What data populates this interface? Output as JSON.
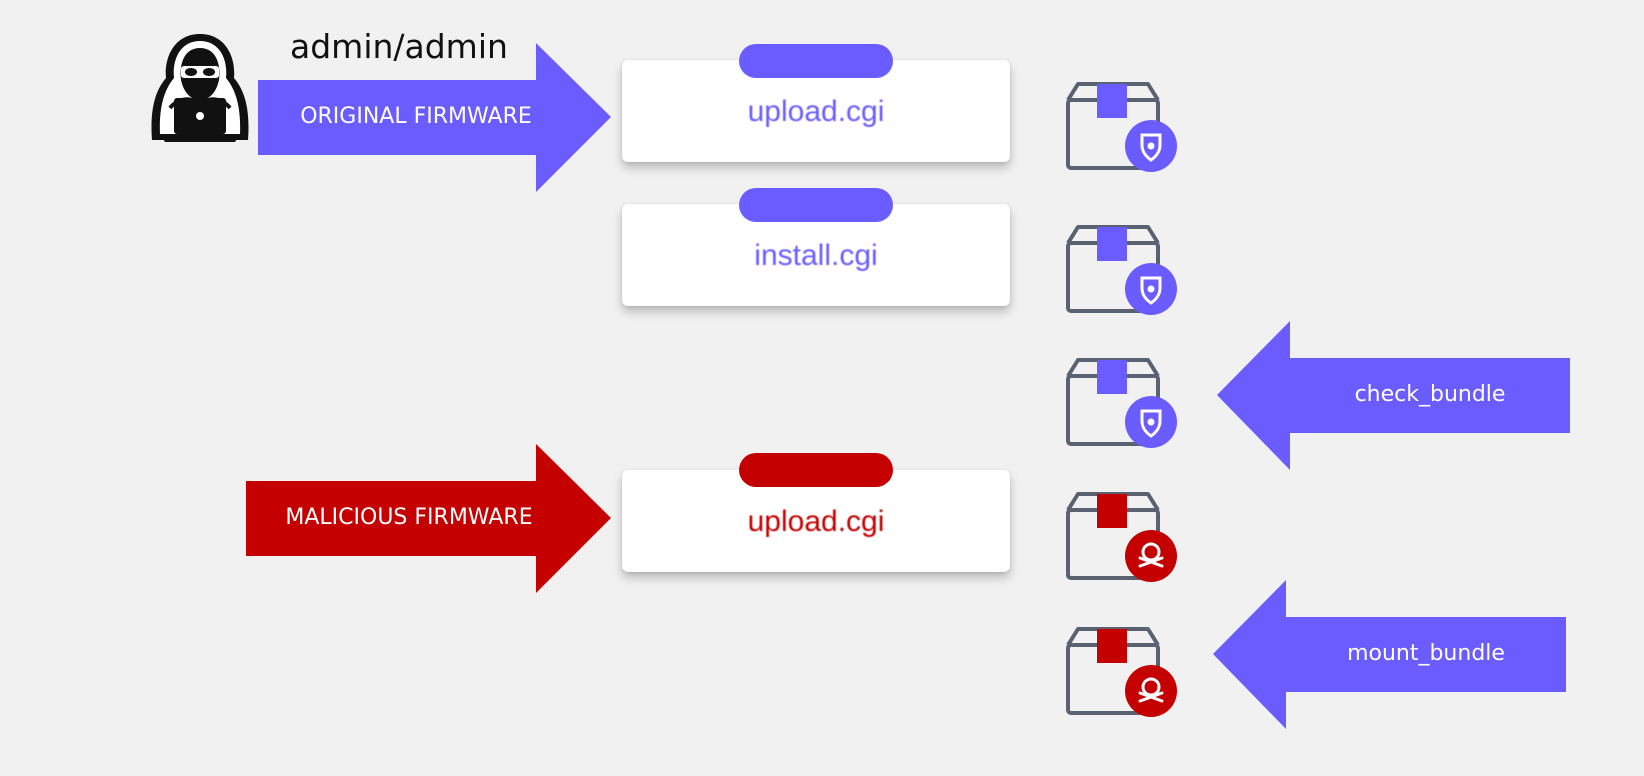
{
  "colors": {
    "accent": "#6a5cff",
    "danger": "#c40000",
    "background": "#f1f1f2",
    "box_outline": "#5a6170"
  },
  "header": {
    "credentials": "admin/admin",
    "attacker_icon": "hacker-laptop-icon"
  },
  "arrows": {
    "original": "ORIGINAL FIRMWARE",
    "malicious": "MALICIOUS FIRMWARE",
    "check": "check_bundle",
    "mount": "mount_bundle"
  },
  "cards": {
    "upload_original": "upload.cgi",
    "install": "install.cgi",
    "upload_malicious": "upload.cgi"
  },
  "bundles": [
    {
      "icon": "package-shield-icon",
      "state": "original"
    },
    {
      "icon": "package-shield-icon",
      "state": "original"
    },
    {
      "icon": "package-shield-icon",
      "state": "original"
    },
    {
      "icon": "package-skull-icon",
      "state": "malicious"
    },
    {
      "icon": "package-skull-icon",
      "state": "malicious"
    }
  ]
}
